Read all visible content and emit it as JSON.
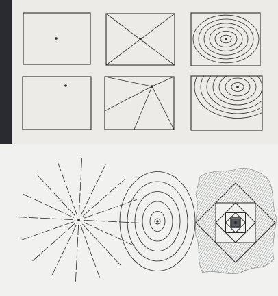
{
  "colors": {
    "ink": "#2b2b2b",
    "paper_top": "#ecebe8",
    "paper_bottom": "#f1f1ef",
    "scan_edge": "#2a2b31",
    "hatch": "#8a8d92"
  },
  "top_sheet": {
    "rows": [
      {
        "panels": [
          {
            "kind": "centered-dot"
          },
          {
            "kind": "diagonals-crossing-center"
          },
          {
            "kind": "concentric-ellipses-centered",
            "ring_count": 6
          }
        ]
      },
      {
        "panels": [
          {
            "kind": "offset-dot"
          },
          {
            "kind": "lines-to-offset-point"
          },
          {
            "kind": "concentric-ellipses-offset",
            "ring_count": 7
          }
        ]
      }
    ]
  },
  "bottom_sheet": {
    "figures": [
      {
        "kind": "radiating-lines",
        "ray_count": 16
      },
      {
        "kind": "concentric-ellipses",
        "ring_count": 5
      },
      {
        "kind": "nested-rotated-squares-with-hatching",
        "square_count": 6
      }
    ]
  }
}
